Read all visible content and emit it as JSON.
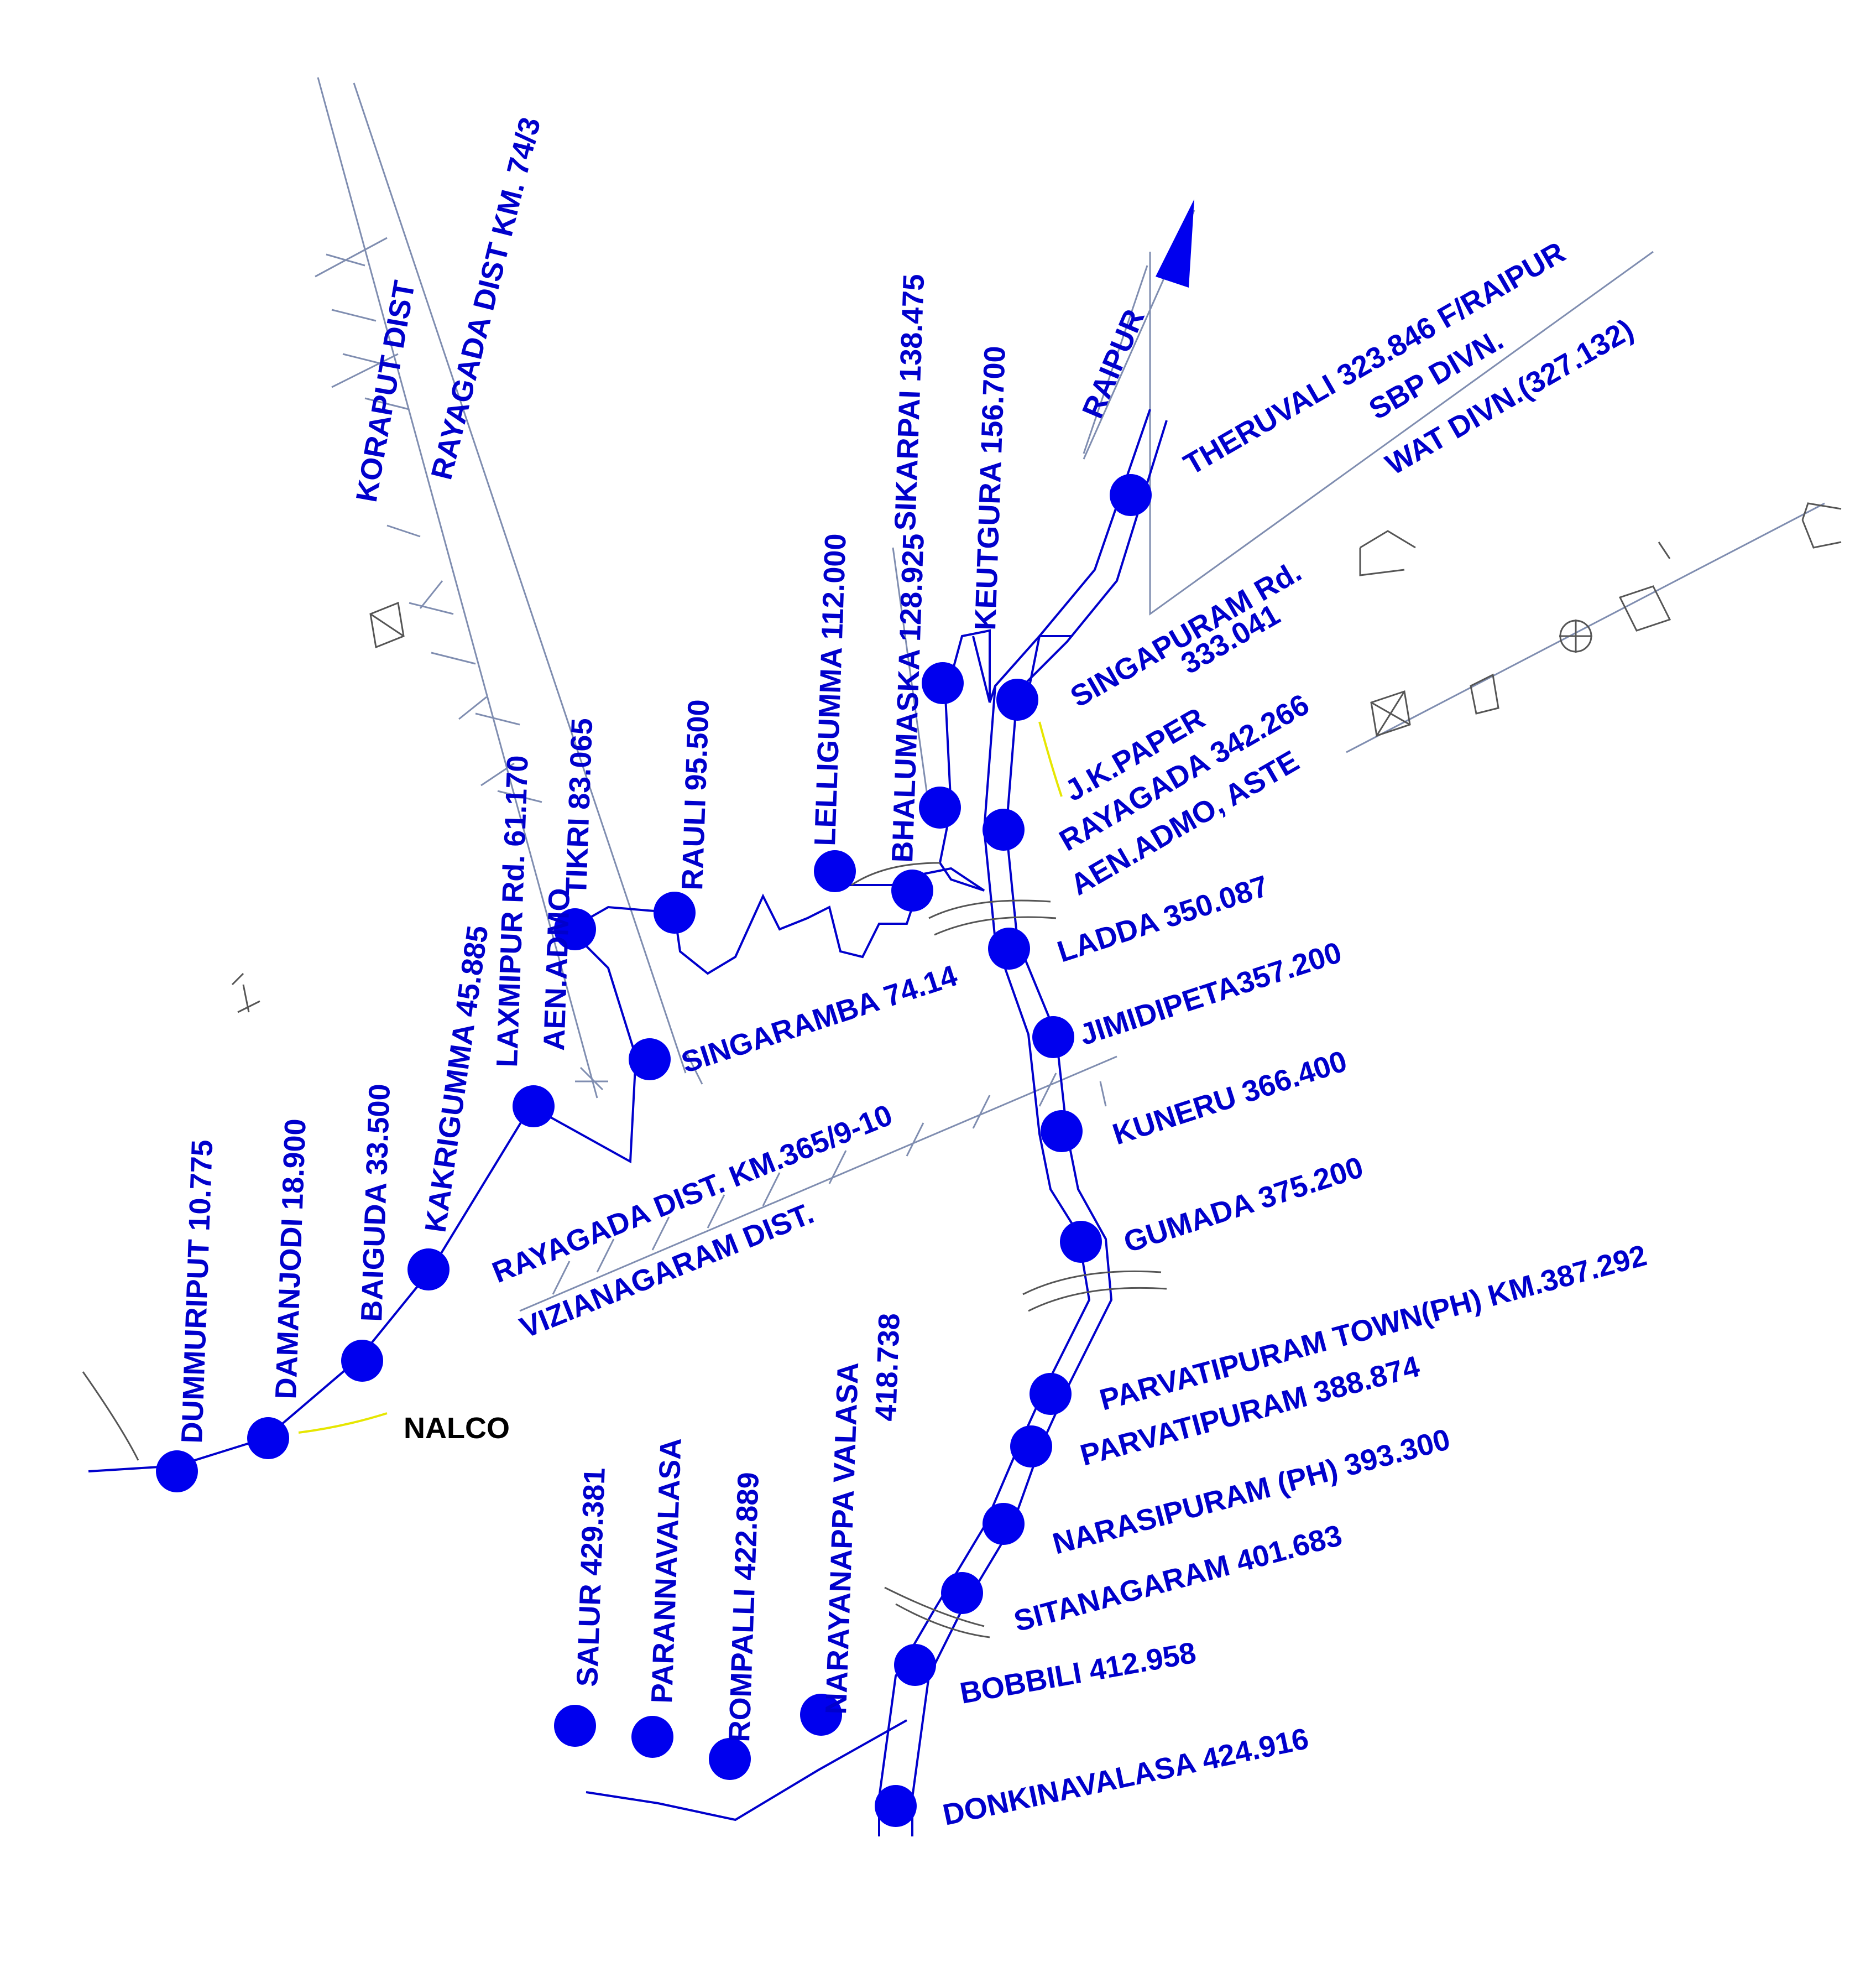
{
  "colors": {
    "station": "#0000ee",
    "label": "#0000cc",
    "boundary": "#7f8db0",
    "siding": "#e6e600",
    "other": "#000000"
  },
  "labels": {
    "raipur": "RAIPUR",
    "theruvali": "THERUVALI 323.846 F/RAIPUR",
    "sbp_divn": "SBP DIVN.",
    "wat_divn": "WAT DIVN.(327.132)",
    "singapuram": "SINGAPURAM Rd.",
    "singapuram_km": "333.041",
    "jkpaper": "J.K.PAPER",
    "rayagada": "RAYAGADA 342.266",
    "aen_admo_aste": "AEN.ADMO, ASTE",
    "ladda": "LADDA 350.087",
    "jimidipeta": "JIMIDIPETA357.200",
    "kuneru": "KUNERU 366.400",
    "gumada": "GUMADA 375.200",
    "parvatipuram_town": "PARVATIPURAM TOWN(PH) KM.387.292",
    "parvatipuram": "PARVATIPURAM 388.874",
    "narasipuram": "NARASIPURAM (PH)  393.300",
    "sitanagaram": "SITANAGARAM 401.683",
    "bobbili": "BOBBILI 412.958",
    "donkinavalasa": "DONKINAVALASA 424.916",
    "keutgura": "KEUTGURA 156.700",
    "sikarpai": "SIKARPAI 138.475",
    "bhalumaska": "BHALUMASKA 128.925",
    "lelligumma": "LELLIGUMMA 112.000",
    "rauli": "RAULI 95.500",
    "tikri": "TIKRI 83.065",
    "aen_admo": "AEN.ADMO",
    "laxmipur": "LAXMIPUR Rd. 61.170",
    "singaramba": "SINGARAMBA 74.14",
    "kakrigumma": "KAKRIGUMMA 45.885",
    "baiguda": "BAIGUDA 33.500",
    "damanjodi": "DAMANJODI 18.900",
    "dummuriput": "DUMMURIPUT 10.775",
    "nalco": "NALCO",
    "koraput_dist": "KORAPUT DIST",
    "rayagada_dist_top": "RAYAGADA DIST KM. 74/3",
    "rayagada_dist_mid": "RAYAGADA DIST. KM.365/9-10",
    "vizianagaram_dist": "VIZIANAGARAM DIST.",
    "salur": "SALUR 429.381",
    "parannavalasa": "PARANNAVALASA",
    "rompalli": "ROMPALLI 422.889",
    "narayanappa": "NARAYANAPPA VALASA",
    "narayanappa_km": "418.738"
  }
}
